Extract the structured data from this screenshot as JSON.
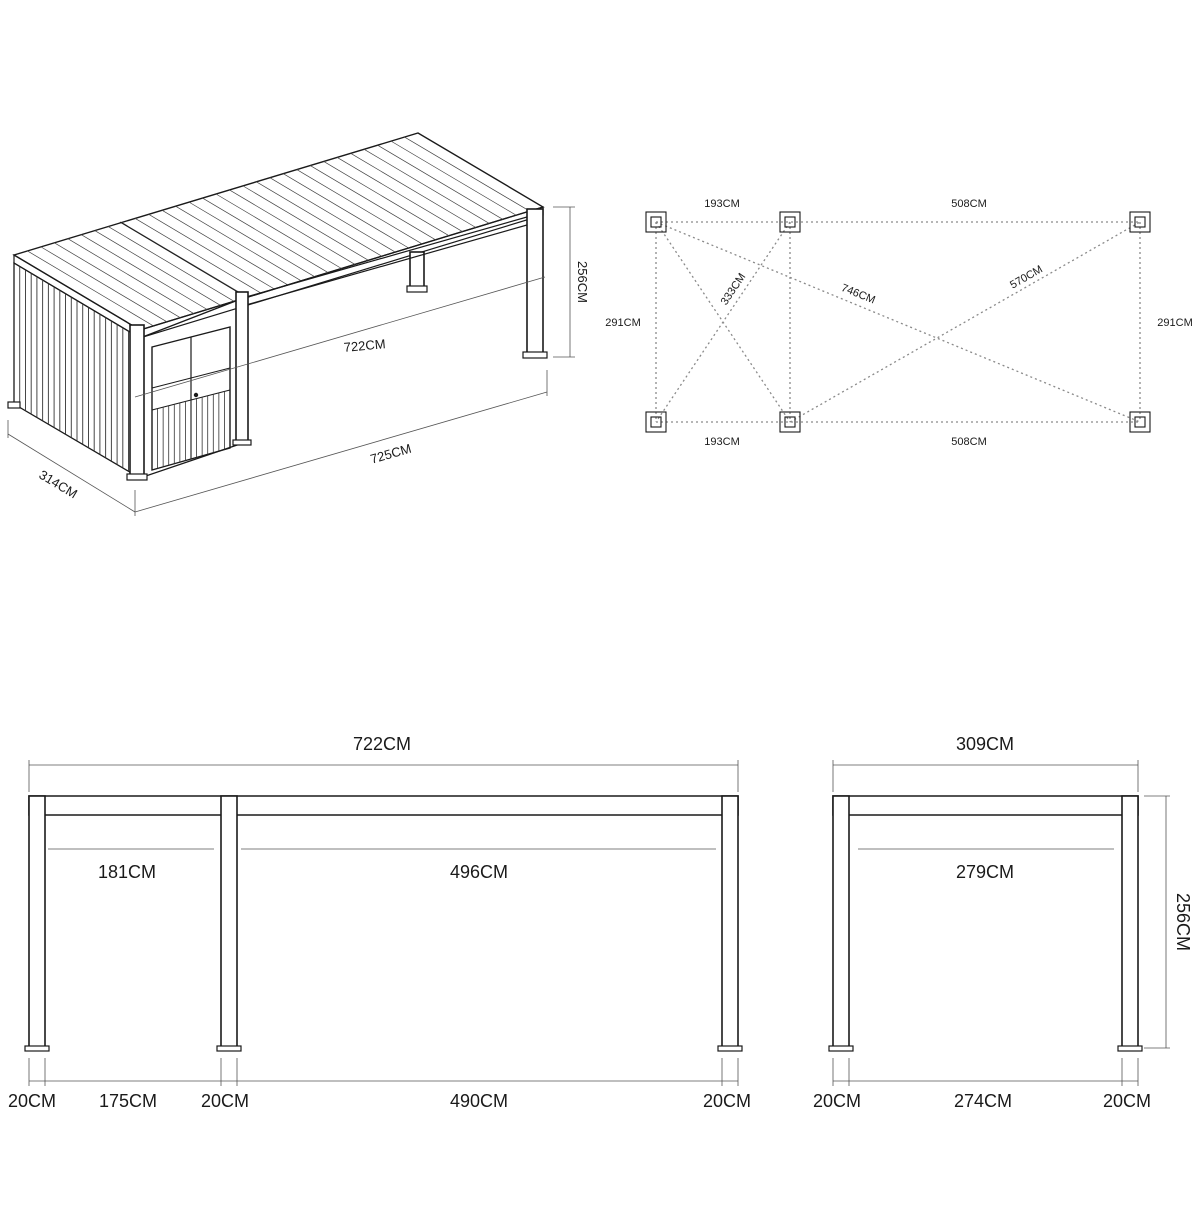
{
  "iso_view": {
    "height": "256CM",
    "length_top": "722CM",
    "length_bottom": "725CM",
    "depth": "314CM"
  },
  "plan_view": {
    "top_left": "193CM",
    "top_right": "508CM",
    "bottom_left": "193CM",
    "bottom_right": "508CM",
    "side_left": "291CM",
    "side_right": "291CM",
    "diag_short": "333CM",
    "diag_long": "746CM",
    "diag_right": "570CM"
  },
  "front_view": {
    "overall": "722CM",
    "inner_left": "181CM",
    "inner_right": "496CM",
    "post_1": "20CM",
    "span_1": "175CM",
    "post_2": "20CM",
    "span_2": "490CM",
    "post_3": "20CM"
  },
  "side_view": {
    "overall": "309CM",
    "inner": "279CM",
    "height": "256CM",
    "post_1": "20CM",
    "span": "274CM",
    "post_2": "20CM"
  }
}
